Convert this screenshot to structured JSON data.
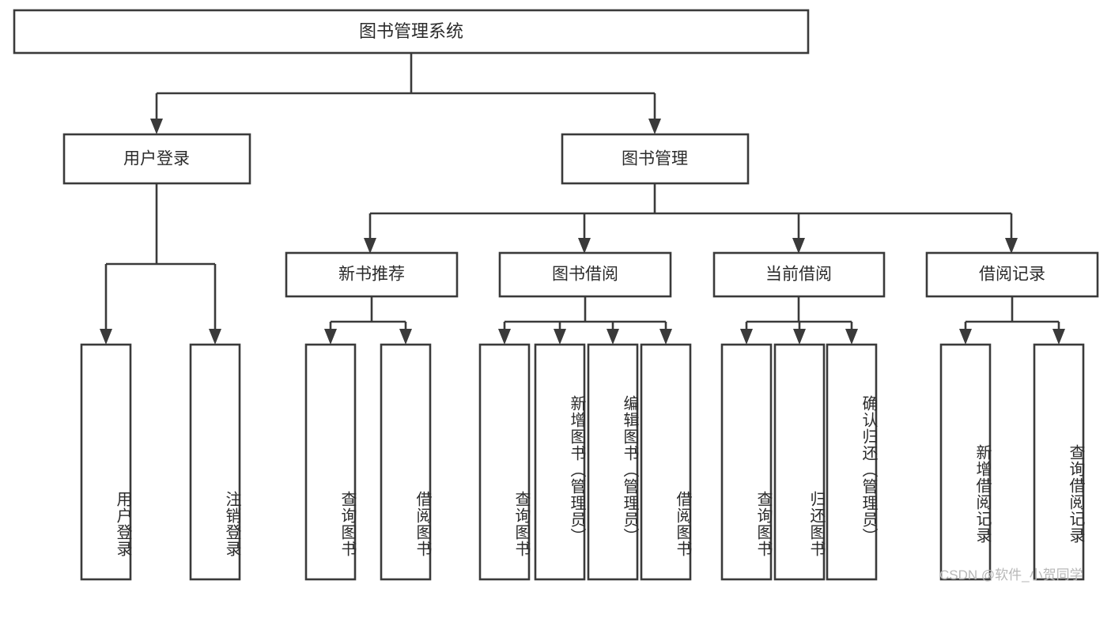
{
  "diagram": {
    "title": "图书管理系统",
    "type": "tree",
    "watermark": "CSDN @软件_小贺同学",
    "root": {
      "id": "root",
      "label": "图书管理系统"
    },
    "level2": [
      {
        "id": "user-login",
        "label": "用户登录"
      },
      {
        "id": "book-management",
        "label": "图书管理"
      }
    ],
    "level3": [
      {
        "id": "new-book-recommend",
        "label": "新书推荐",
        "parent": "book-management"
      },
      {
        "id": "book-borrow",
        "label": "图书借阅",
        "parent": "book-management"
      },
      {
        "id": "current-borrow",
        "label": "当前借阅",
        "parent": "book-management"
      },
      {
        "id": "borrow-record",
        "label": "借阅记录",
        "parent": "book-management"
      }
    ],
    "leaves": [
      {
        "id": "leaf-user-login",
        "label": "用户登录",
        "parent": "user-login"
      },
      {
        "id": "leaf-logout-login",
        "label": "注销登录",
        "parent": "user-login"
      },
      {
        "id": "leaf-query-book-1",
        "label": "查询图书",
        "parent": "new-book-recommend"
      },
      {
        "id": "leaf-borrow-book-1",
        "label": "借阅图书",
        "parent": "new-book-recommend"
      },
      {
        "id": "leaf-query-book-2",
        "label": "查询图书",
        "parent": "book-borrow"
      },
      {
        "id": "leaf-add-book",
        "label": "新增图书（管理员）",
        "parent": "book-borrow"
      },
      {
        "id": "leaf-edit-book",
        "label": "编辑图书（管理员）",
        "parent": "book-borrow"
      },
      {
        "id": "leaf-borrow-book-2",
        "label": "借阅图书",
        "parent": "book-borrow"
      },
      {
        "id": "leaf-query-book-3",
        "label": "查询图书",
        "parent": "current-borrow"
      },
      {
        "id": "leaf-return-book",
        "label": "归还图书",
        "parent": "current-borrow"
      },
      {
        "id": "leaf-confirm-return",
        "label": "确认归还（管理员）",
        "parent": "current-borrow"
      },
      {
        "id": "leaf-add-record",
        "label": "新增借阅记录",
        "parent": "borrow-record"
      },
      {
        "id": "leaf-query-record",
        "label": "查询借阅记录",
        "parent": "borrow-record"
      }
    ],
    "colors": {
      "stroke": "#3a3a3a",
      "fill": "#ffffff",
      "text": "#2b2b2b",
      "watermark": "#b8b8b8"
    }
  }
}
